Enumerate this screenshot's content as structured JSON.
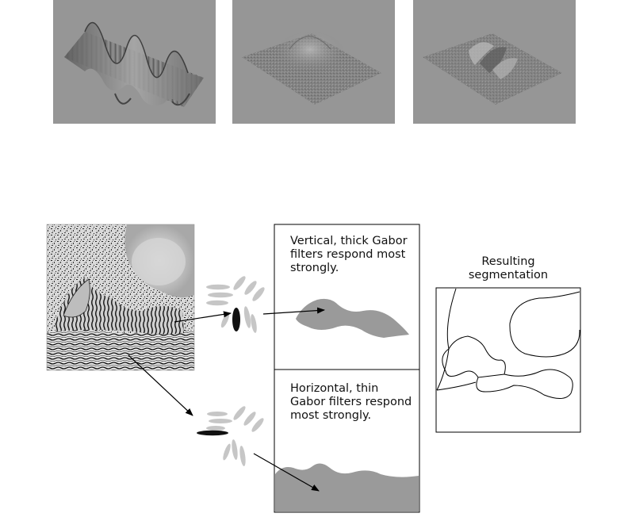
{
  "filter_responses": {
    "response_1": "",
    "response_2": "",
    "response_3": ""
  },
  "text_boxes": {
    "vertical_caption": "Vertical, thick Gabor filters respond most strongly.",
    "horizontal_caption": "Horizontal, thin Gabor filters respond most strongly."
  },
  "segmentation": {
    "title_line1": "Resulting",
    "title_line2": "segmentation"
  },
  "colors": {
    "panel_background": "#969696",
    "response_region": "#9a9a9a",
    "stroke": "#000000"
  }
}
